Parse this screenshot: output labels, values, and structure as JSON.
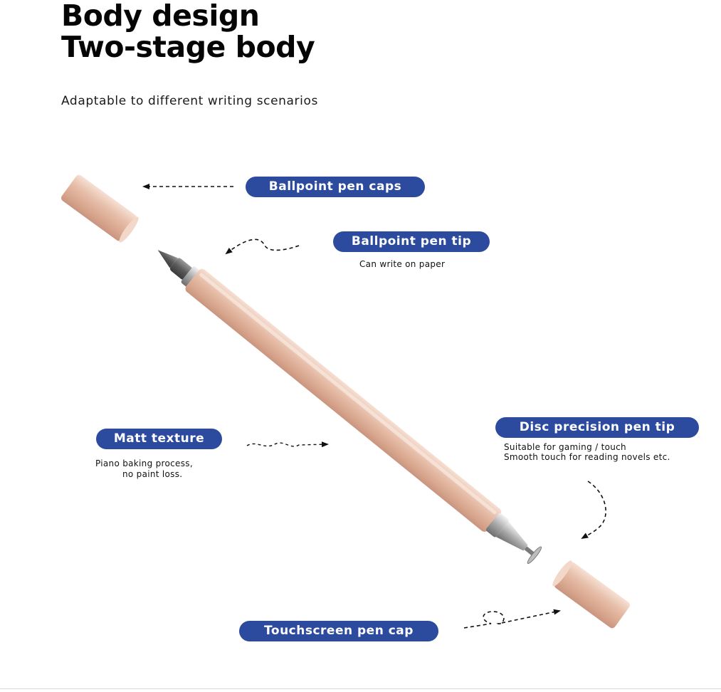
{
  "header": {
    "title_line1": "Body design",
    "title_line2": "Two-stage body",
    "subtitle": "Adaptable to different writing scenarios"
  },
  "callouts": {
    "caps": {
      "label": "Ballpoint pen caps"
    },
    "tip": {
      "label": "Ballpoint pen tip",
      "note": "Can write on paper"
    },
    "matt": {
      "label": "Matt texture",
      "note_line1": "Piano baking process,",
      "note_line2": "no paint loss."
    },
    "disc": {
      "label": "Disc precision pen tip",
      "note_line1": "Suitable for gaming / touch",
      "note_line2": "Smooth touch for reading novels etc."
    },
    "touch_cap": {
      "label": "Touchscreen pen cap"
    }
  },
  "colors": {
    "pill_bg": "#2d4b9e",
    "pen_body": "#e3b8a2",
    "pen_highlight": "#f5ddd0",
    "pen_shadow": "#c3917a"
  }
}
